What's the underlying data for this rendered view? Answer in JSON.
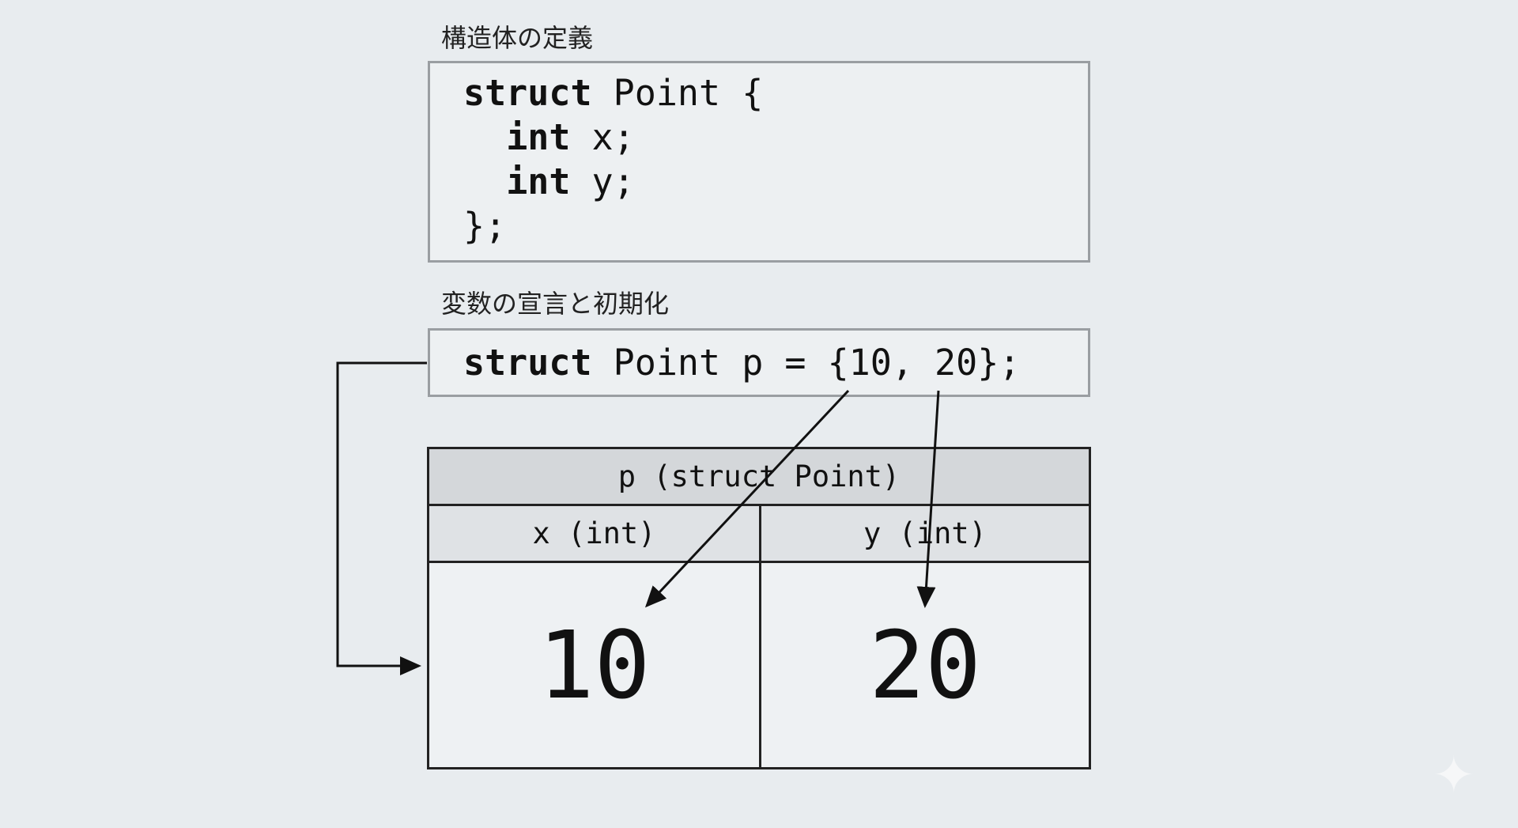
{
  "definition": {
    "caption": "構造体の定義",
    "lines": [
      {
        "keyword": "struct",
        "rest": " Point {"
      },
      {
        "indent": "  ",
        "keyword": "int",
        "rest": " x;"
      },
      {
        "indent": "  ",
        "keyword": "int",
        "rest": " y;"
      },
      {
        "rest": "};"
      }
    ]
  },
  "declaration": {
    "caption": "変数の宣言と初期化",
    "keyword": "struct",
    "rest": " Point p = {10, 20};"
  },
  "memory": {
    "header": "p (struct Point)",
    "fields": [
      {
        "label": "x (int)",
        "value": "10"
      },
      {
        "label": "y (int)",
        "value": "20"
      }
    ]
  },
  "colors": {
    "background": "#e8ecef",
    "line": "#111111",
    "box_border": "#9a9ea2",
    "header_fill": "#d4d7da"
  },
  "icons": {
    "corner": "sparkle-icon"
  }
}
